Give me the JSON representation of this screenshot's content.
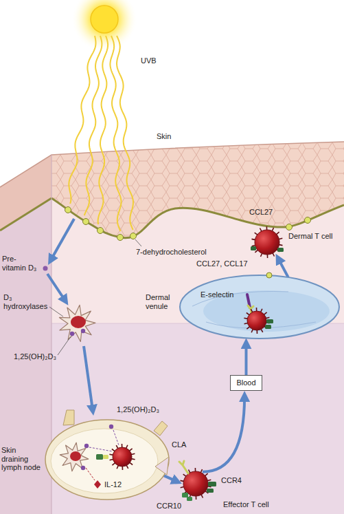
{
  "diagram": {
    "nodes": [
      {
        "text": [
          "Skin draining lymph node"
        ]
      },
      {
        "text": [
          "Effector T cell"
        ]
      },
      {
        "text": [
          "Blood"
        ]
      },
      {
        "text": [
          "Dermal venule"
        ]
      },
      {
        "text": [
          "Dermal T cell"
        ]
      }
    ],
    "edges": [
      {
        "from": 0,
        "to": 1,
        "arrow": "to"
      },
      {
        "from": 1,
        "to": 2,
        "arrow": "to"
      },
      {
        "from": 2,
        "to": 3,
        "arrow": "to"
      },
      {
        "from": 3,
        "to": 4,
        "arrow": "to"
      }
    ],
    "labels": [
      "UVB",
      "Skin",
      "CCL27",
      "Pre-vitamin D₃",
      "7-dehydrocholesterol",
      "CCL27, CCL17",
      "E-selectin",
      "D₃ hydroxylases",
      "1,25(OH)₂D₃",
      "1,25(OH)₂D₃",
      "CLA",
      "CCR4",
      "IL-12",
      "CCR10"
    ]
  }
}
